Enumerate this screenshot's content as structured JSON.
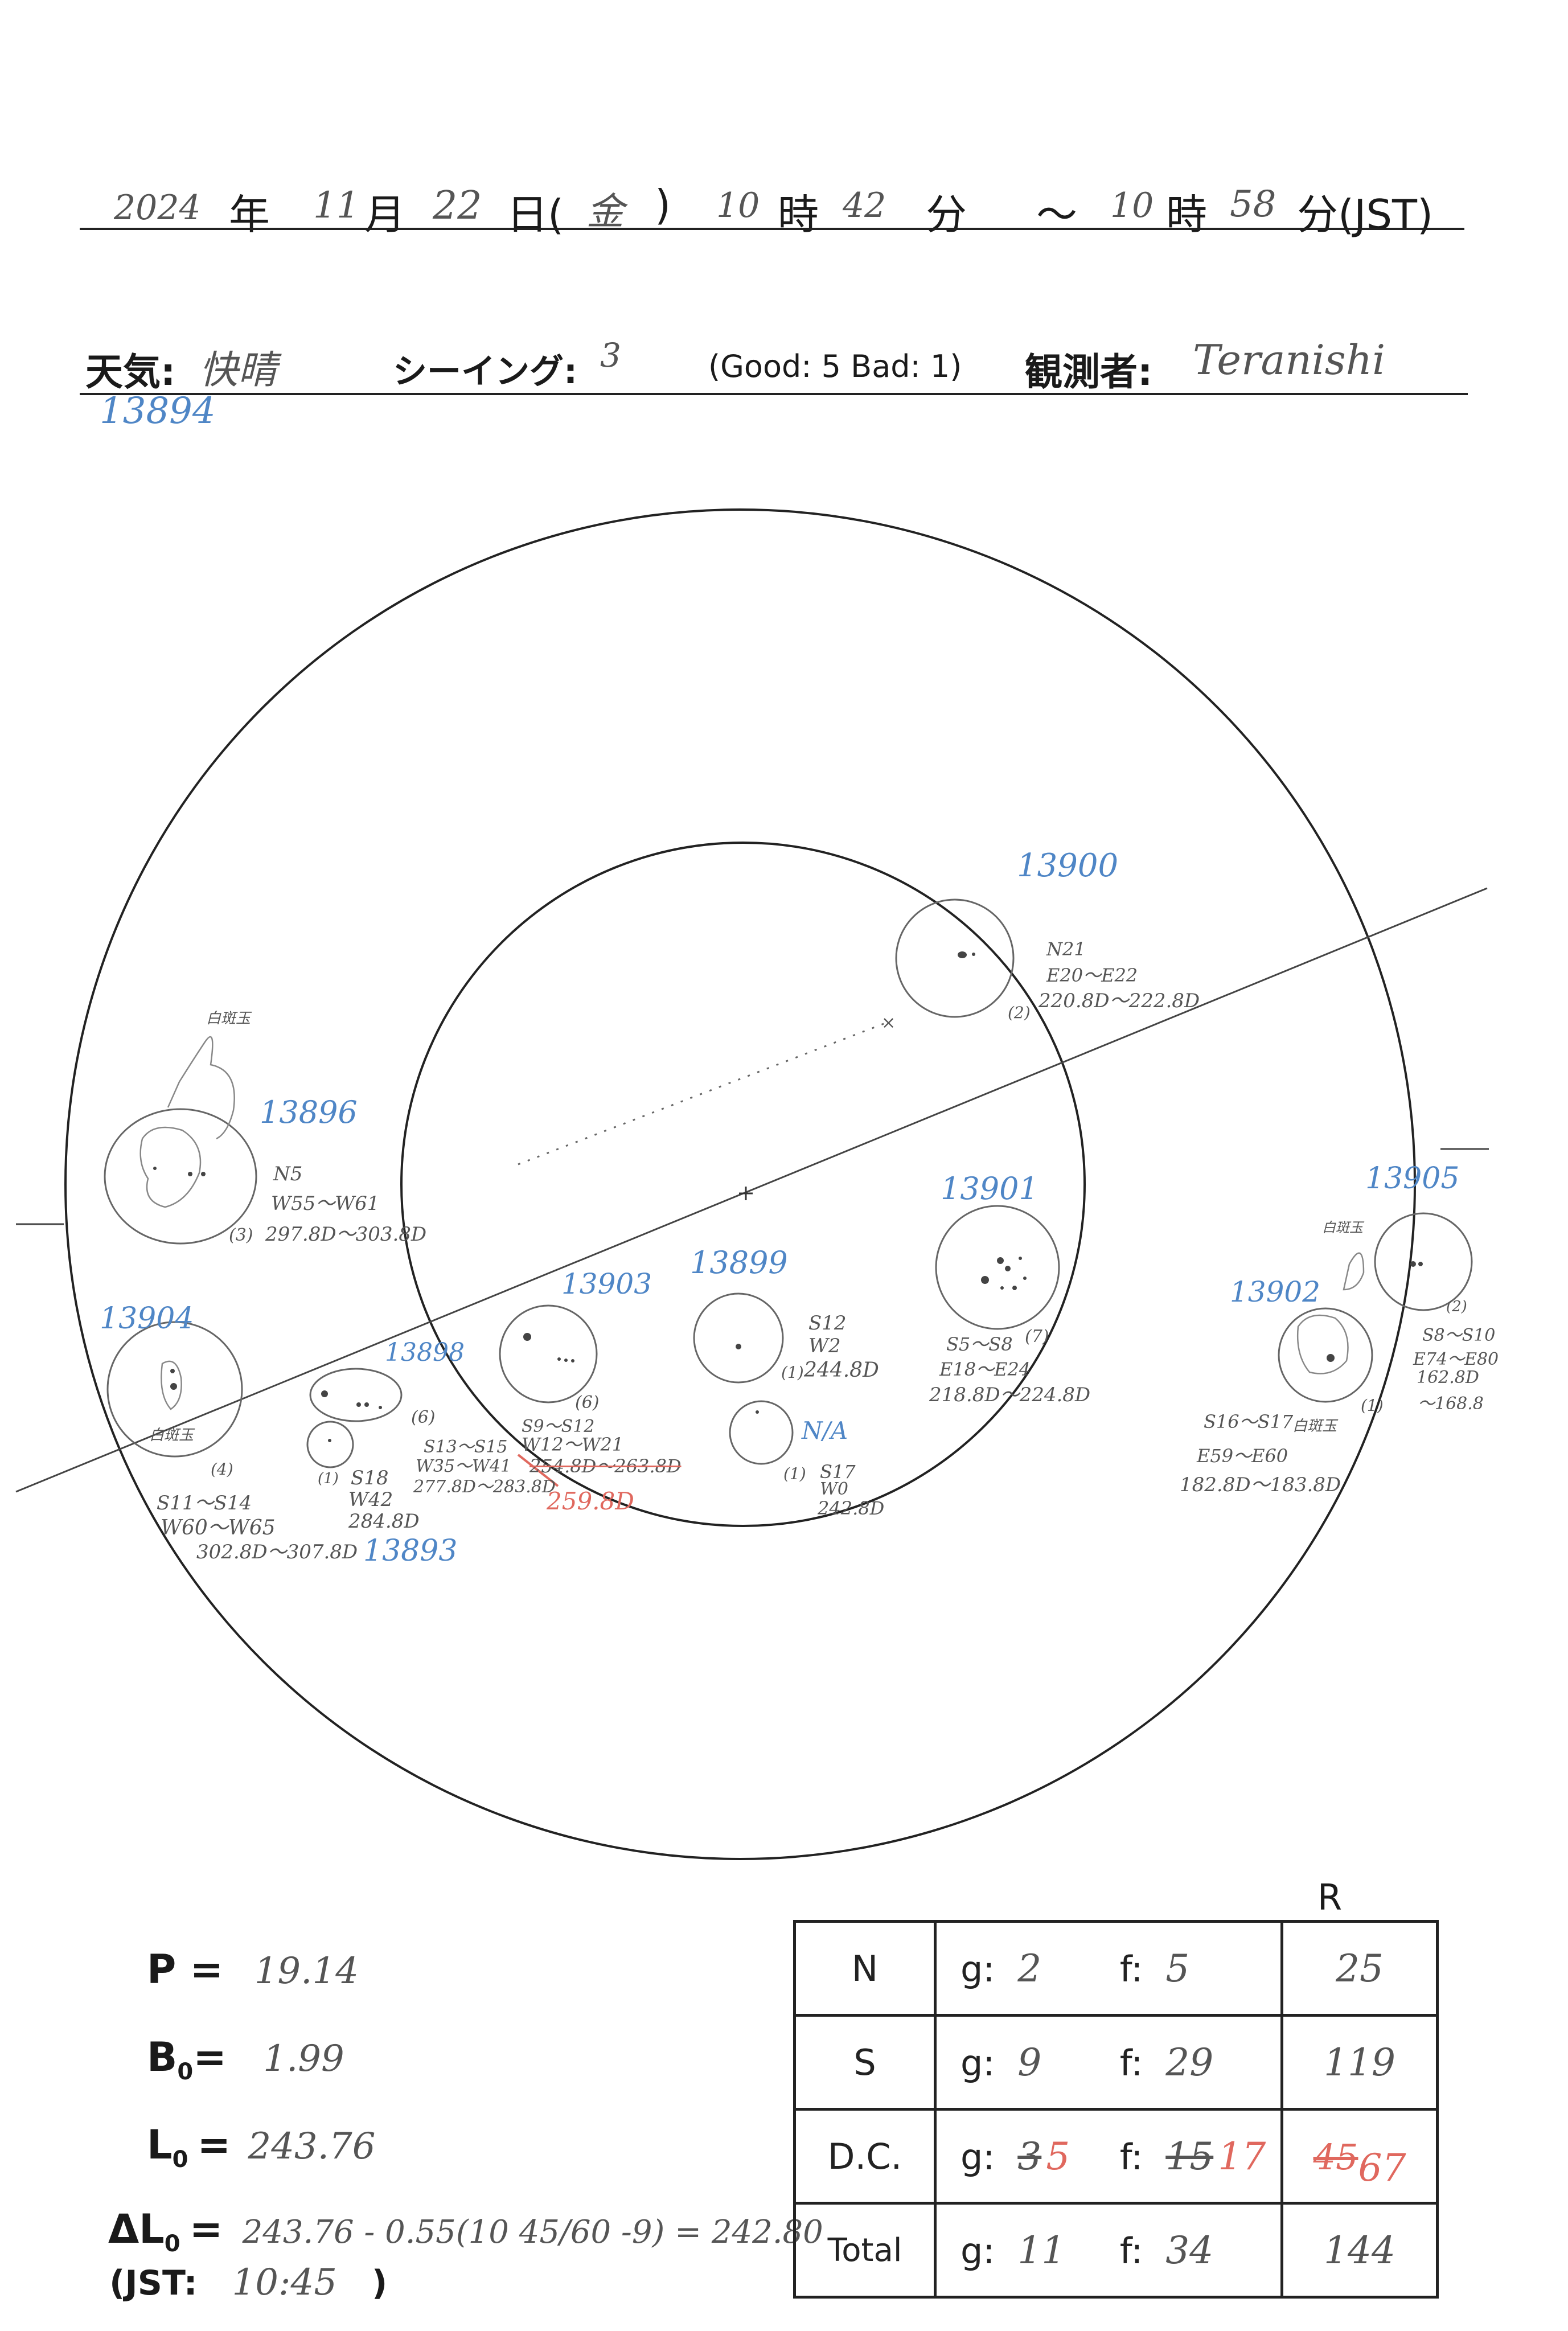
{
  "header": {
    "year": "2024",
    "year_unit": "年",
    "month": "11",
    "month_unit": "月",
    "day": "22",
    "day_unit": "日(",
    "weekday": "金",
    "paren_close": ")",
    "start_hour": "10",
    "hour_unit_1": "時",
    "start_min": "42",
    "min_unit_1": "分",
    "tilde": "～",
    "end_hour": "10",
    "hour_unit_2": "時",
    "end_min": "58",
    "min_unit_2": "分(JST)"
  },
  "conditions": {
    "weather_label": "天気:",
    "weather_value": "快晴",
    "seeing_label": "シーイング:",
    "seeing_value": "3",
    "seeing_scale": "(Good: 5  Bad: 1)",
    "observer_label": "観測者:",
    "observer_value": "Teranishi"
  },
  "labels": {
    "r13894": "13894",
    "r13900": "13900",
    "r13900_lat": "N21",
    "r13900_lon": "E20～E22",
    "r13900_L": "220.8D～222.8D",
    "r13900_count": "(2)",
    "r13896": "13896",
    "r13896_note": "白斑玉",
    "r13896_lat": "N5",
    "r13896_lon": "W55～W61",
    "r13896_count": "(3)",
    "r13896_L": "297.8D～303.8D",
    "r13901": "13901",
    "r13901_lat": "S5～S8",
    "r13901_count": "(7)",
    "r13901_lon": "E18～E24",
    "r13901_L": "218.8D～224.8D",
    "r13905": "13905",
    "r13905_note": "白斑玉",
    "r13905_count": "(2)",
    "r13905_lat": "S8～S10",
    "r13905_lon": "E74～E80",
    "r13905_L1": "162.8D",
    "r13905_L2": "～168.8",
    "r13902": "13902",
    "r13902_count": "(1)",
    "r13902_lat": "S16～S17",
    "r13902_note": "白斑玉",
    "r13902_lon": "E59～E60",
    "r13902_L": "182.8D～183.8D",
    "r13903": "13903",
    "r13903_count": "(6)",
    "r13903_lat": "S9～S12",
    "r13903_lon": "W12～W21",
    "r13903_L": "254.8D～263.8D",
    "r13903_fix": "259.8D",
    "r13899": "13899",
    "r13899_lat": "S12",
    "r13899_lon": "W2",
    "r13899_count": "(1)",
    "r13899_L": "244.8D",
    "na_label": "N/A",
    "na_count": "(1)",
    "na_lat": "S17",
    "na_lon": "W0",
    "na_L": "242.8D",
    "r13904": "13904",
    "r13904_note": "白斑玉",
    "r13904_count": "(4)",
    "r13904_lat": "S11～S14",
    "r13904_lon": "W60～W65",
    "r13904_L": "302.8D～307.8D",
    "r13898": "13898",
    "r13898_count": "(6)",
    "r13898_lat": "S13～S15",
    "r13898_lon": "W35～W41",
    "r13898_L": "277.8D～283.8D",
    "r13893": "13893",
    "r13893_count": "(1)",
    "r13893_lat": "S18",
    "r13893_lon": "W42",
    "r13893_L": "284.8D"
  },
  "params": {
    "P_label": "P =",
    "P_value": "19.14",
    "B_label": "B",
    "B_sub": "0",
    "B_eq": "=",
    "B_value": "1.99",
    "L_label": "L",
    "L_sub": "0",
    "L_eq": "=",
    "L_value": "243.76",
    "dL_label": "ΔL",
    "dL_sub": "0",
    "dL_eq": "=",
    "dL_expr": "243.76 - 0.55(10 45/60 -9) = 242.80",
    "jst_label": "(JST:",
    "jst_value": "10:45",
    "jst_close": ")"
  },
  "counts": {
    "r_header": "R",
    "rows": [
      {
        "label": "N",
        "g_label": "g:",
        "g": "2",
        "f_label": "f:",
        "f": "5",
        "r": "25"
      },
      {
        "label": "S",
        "g_label": "g:",
        "g": "9",
        "f_label": "f:",
        "f": "29",
        "r": "119"
      },
      {
        "label": "D.C.",
        "g_label": "g:",
        "g_old": "3",
        "g": "5",
        "f_label": "f:",
        "f_old": "15",
        "f": "17",
        "r_old": "45",
        "r": "67"
      },
      {
        "label": "Total",
        "g_label": "g:",
        "g": "11",
        "f_label": "f:",
        "f": "34",
        "r": "144"
      }
    ]
  },
  "colors": {
    "ink": "#222222",
    "pencil": "#555555",
    "region_blue": "#4f86c6",
    "correction_red": "#e0685e"
  }
}
